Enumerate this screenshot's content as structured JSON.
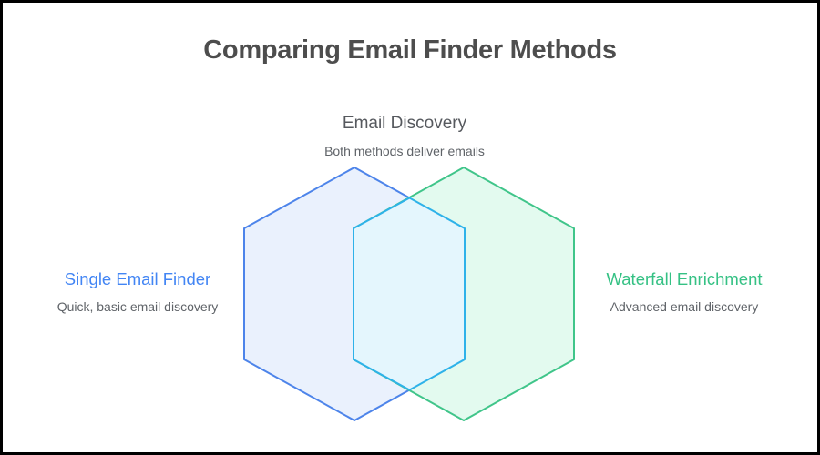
{
  "frame": {
    "border_color": "#000000",
    "background": "#ffffff"
  },
  "title": {
    "text": "Comparing Email Finder Methods",
    "color": "#4d4d4d"
  },
  "center_label": {
    "title": "Email Discovery",
    "subtitle": "Both methods deliver emails"
  },
  "left_label": {
    "title": "Single Email Finder",
    "subtitle": "Quick, basic email discovery",
    "color": "#4285f4"
  },
  "right_label": {
    "title": "Waterfall Enrichment",
    "subtitle": "Advanced email discovery",
    "color": "#35c184"
  },
  "diagram": {
    "type": "venn-hexagon-overlap",
    "left_hexagon": {
      "label": "Single Email Finder",
      "stroke": "#4d84ea",
      "fill": "#eaf1fd"
    },
    "right_hexagon": {
      "label": "Waterfall Enrichment",
      "stroke": "#40c58a",
      "fill": "#e3faef"
    },
    "overlap": {
      "label": "Email Discovery",
      "stroke": "#2eb2e9",
      "fill": "#e4f6fd"
    }
  }
}
